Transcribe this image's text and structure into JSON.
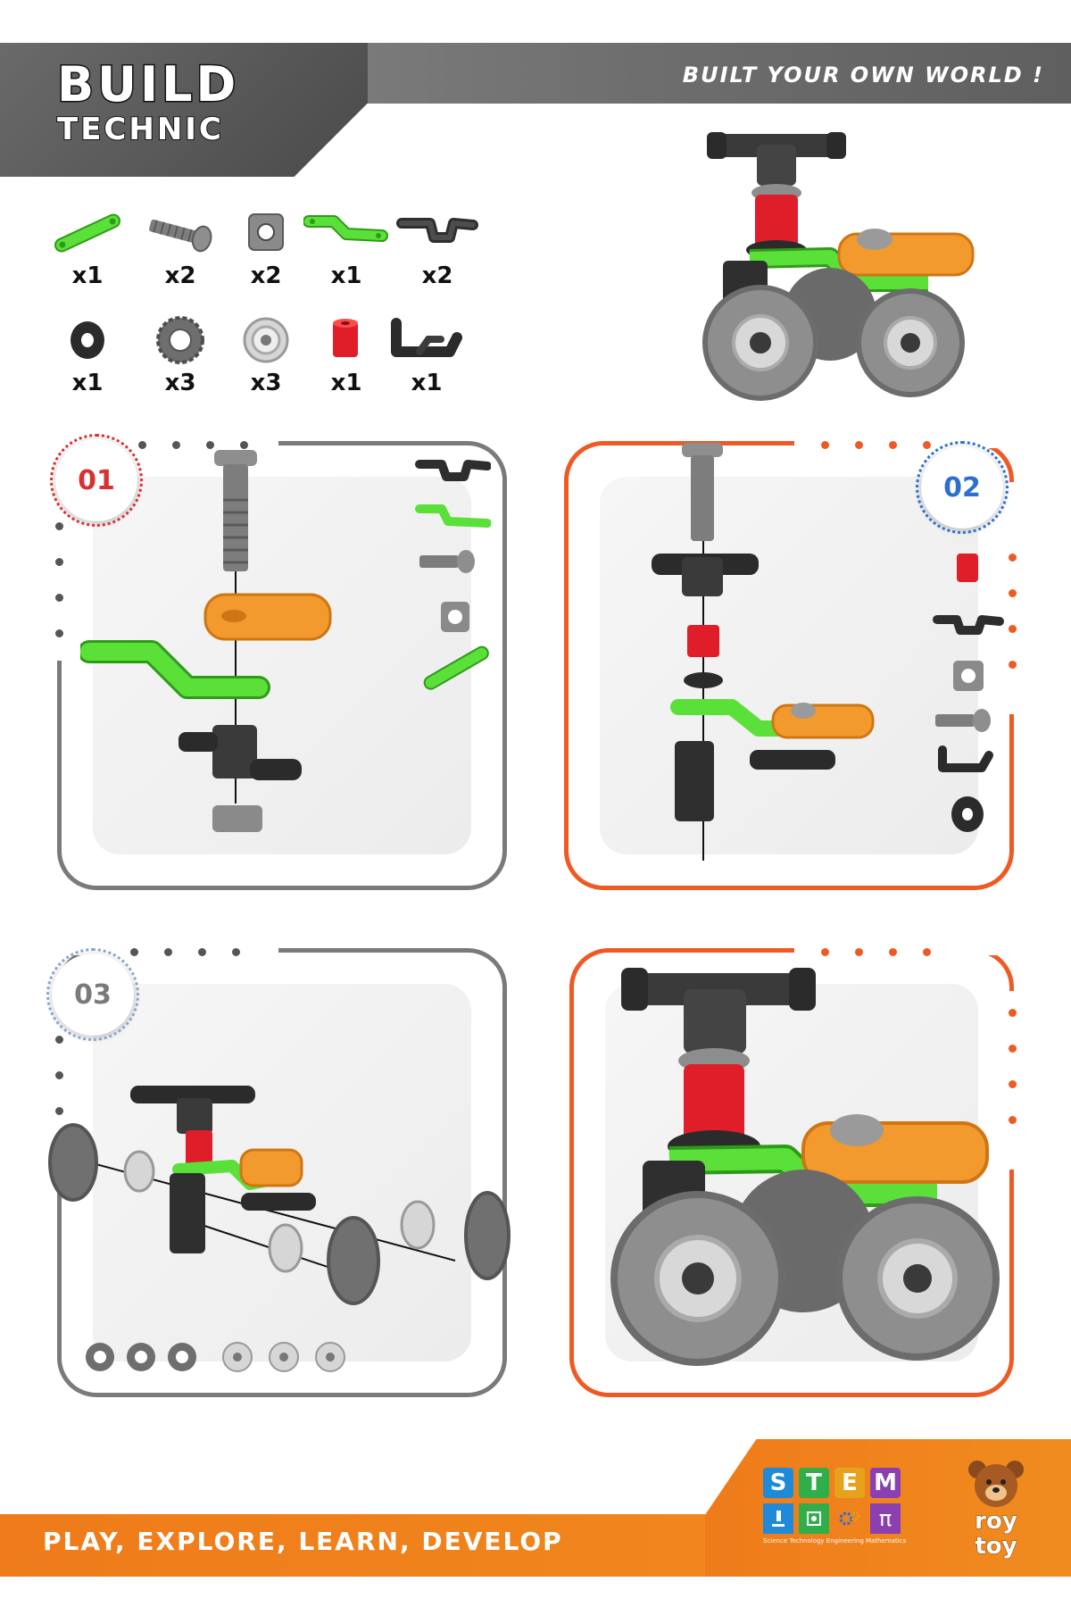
{
  "header": {
    "title": "BUILD",
    "subtitle": "TECHNIC",
    "tagline": "BUILT YOUR OWN WORLD !"
  },
  "parts": [
    {
      "icon": "green-beam-part-icon",
      "qty": "x1"
    },
    {
      "icon": "screw-part-icon",
      "qty": "x2"
    },
    {
      "icon": "square-nut-part-icon",
      "qty": "x2"
    },
    {
      "icon": "bent-green-beam-part-icon",
      "qty": "x1"
    },
    {
      "icon": "black-connector-part-icon",
      "qty": "x2"
    },
    {
      "icon": "washer-part-icon",
      "qty": "x1"
    },
    {
      "icon": "tire-part-icon",
      "qty": "x3"
    },
    {
      "icon": "rim-part-icon",
      "qty": "x3"
    },
    {
      "icon": "red-bushing-part-icon",
      "qty": "x1"
    },
    {
      "icon": "black-bracket-part-icon",
      "qty": "x1"
    }
  ],
  "steps": [
    {
      "number": "01",
      "color": "#d93030",
      "frame": "gray"
    },
    {
      "number": "02",
      "color": "#2d6fd1",
      "frame": "orange"
    },
    {
      "number": "03",
      "color": "#7a7a7a",
      "frame": "gray"
    },
    {
      "number": "",
      "color": "#ef5a24",
      "frame": "orange"
    }
  ],
  "footer": {
    "slogan": "PLAY, EXPLORE, LEARN, DEVELOP",
    "stem_letters": [
      "S",
      "T",
      "E",
      "M"
    ],
    "stem_colors": [
      "#1f8ad8",
      "#2fae4a",
      "#e7a21b",
      "#8b3fb0"
    ],
    "stem_caption": "Science Technology Engineering Mathematics",
    "stem_math_symbol": "π",
    "brand_line1": "roy",
    "brand_line2": "toy"
  },
  "colors": {
    "green": "#5be03a",
    "orange": "#f39a2e",
    "red": "#e01e2a",
    "dark": "#3a3a3a",
    "wheel": "#8e8e8e",
    "accent_orange": "#ef5a24"
  }
}
